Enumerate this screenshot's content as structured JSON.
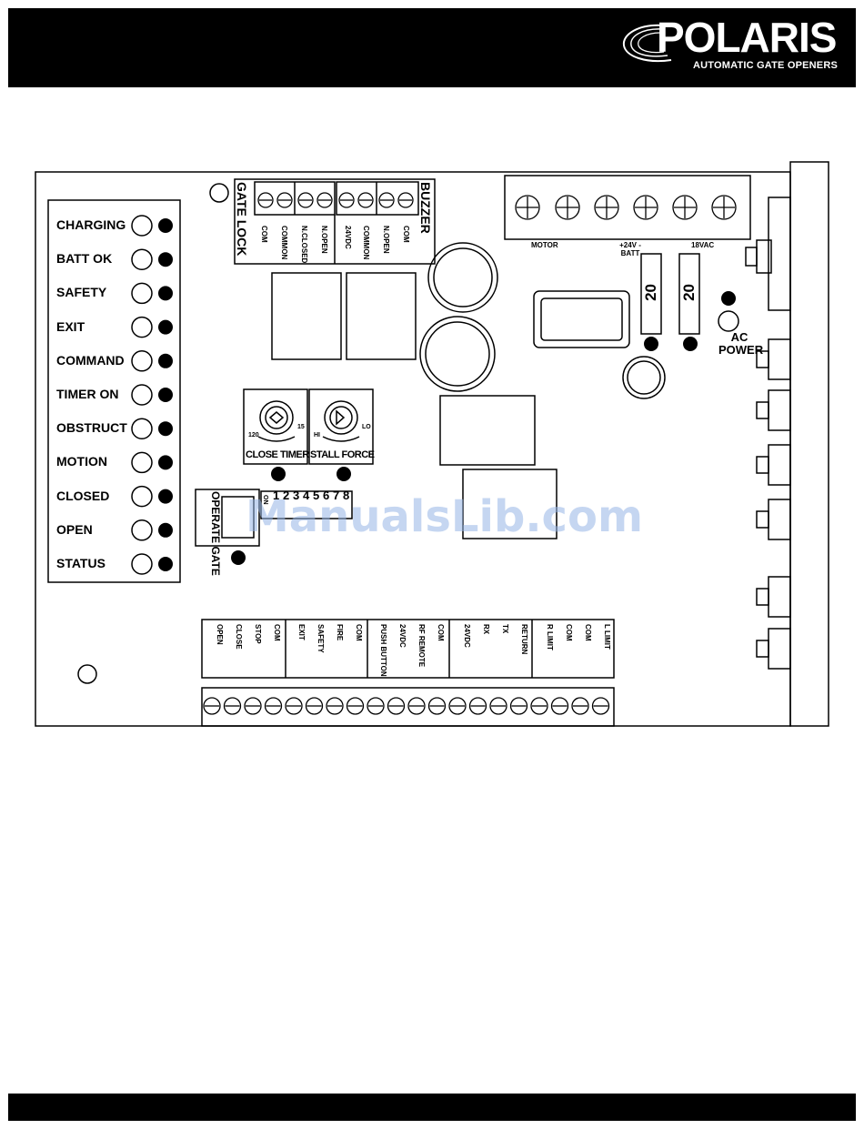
{
  "brand": {
    "name": "POLARIS",
    "tagline": "AUTOMATIC GATE OPENERS"
  },
  "led_panel": [
    "CHARGING",
    "BATT OK",
    "SAFETY",
    "EXIT",
    "COMMAND",
    "TIMER ON",
    "OBSTRUCT",
    "MOTION",
    "CLOSED",
    "OPEN",
    "STATUS"
  ],
  "gate_lock": {
    "title": "GATE LOCK",
    "terminals": [
      "COM",
      "COMMON",
      "N.CLOSED",
      "N.OPEN"
    ]
  },
  "buzzer": {
    "title": "BUZZER",
    "terminals": [
      "24VDC",
      "COMMON",
      "N.OPEN",
      "COM"
    ]
  },
  "power_terminals": {
    "motor": "MOTOR",
    "batt": "+24V - BATT",
    "vac": "18VAC"
  },
  "fuses": [
    "20",
    "20"
  ],
  "ac_power": "AC POWER",
  "close_timer": {
    "title": "CLOSE TIMER",
    "min": "120",
    "max": "15"
  },
  "stall_force": {
    "title": "STALL FORCE",
    "min": "HI",
    "max": "LO"
  },
  "operate_gate": "OPERATE GATE",
  "dip_switch": {
    "on": "ON",
    "numbers": [
      "1",
      "2",
      "3",
      "4",
      "5",
      "6",
      "7",
      "8"
    ]
  },
  "bottom_terminals": [
    [
      "OPEN",
      "CLOSE",
      "STOP",
      "COM"
    ],
    [
      "EXIT",
      "SAFETY",
      "FIRE",
      "COM"
    ],
    [
      "PUSH BUTTON",
      "24VDC",
      "RF REMOTE",
      "COM"
    ],
    [
      "24VDC",
      "RX",
      "TX",
      "RETURN"
    ],
    [
      "R LIMIT",
      "COM",
      "COM",
      "L LIMIT"
    ]
  ],
  "watermark": "ManualsLib.com"
}
